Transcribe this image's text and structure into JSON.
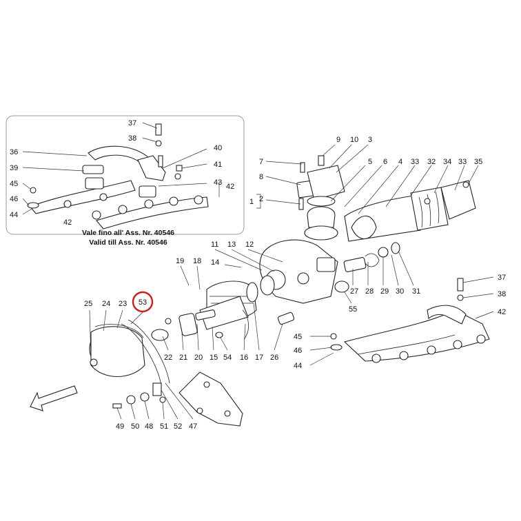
{
  "inset": {
    "note_it": "Vale fino all' Ass. Nr. 40546",
    "note_en": "Valid till Ass. Nr. 40546"
  },
  "highlight": {
    "label": "53",
    "color": "#d11a1a"
  },
  "labels": {
    "l37a": "37",
    "l38a": "38",
    "l36": "36",
    "l39": "39",
    "l45a": "45",
    "l46a": "46",
    "l44a": "44",
    "l42a": "42",
    "l40": "40",
    "l41": "41",
    "l43": "43",
    "l42b": "42",
    "l9": "9",
    "l10": "10",
    "l3": "3",
    "l7": "7",
    "l5": "5",
    "l6": "6",
    "l4": "4",
    "l33a": "33",
    "l32": "32",
    "l34": "34",
    "l33b": "33",
    "l35": "35",
    "l8": "8",
    "l2": "2",
    "l1": "1",
    "l11": "11",
    "l13": "13",
    "l12": "12",
    "l14": "14",
    "l19": "19",
    "l18": "18",
    "l25": "25",
    "l24": "24",
    "l23": "23",
    "l27": "27",
    "l28": "28",
    "l29": "29",
    "l30": "30",
    "l31": "31",
    "l55": "55",
    "l37b": "37",
    "l38b": "38",
    "l42c": "42",
    "l45b": "45",
    "l46b": "46",
    "l44b": "44",
    "l22": "22",
    "l21": "21",
    "l20": "20",
    "l15": "15",
    "l54": "54",
    "l16": "16",
    "l17": "17",
    "l26": "26",
    "l49": "49",
    "l50": "50",
    "l48": "48",
    "l51": "51",
    "l52": "52",
    "l47": "47"
  }
}
